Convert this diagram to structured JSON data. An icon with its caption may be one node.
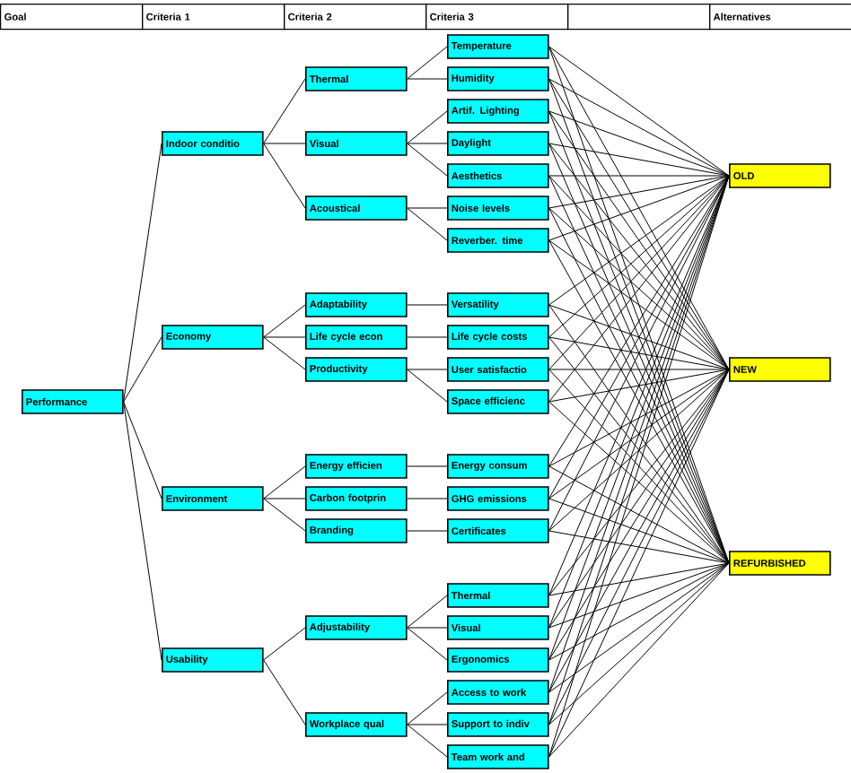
{
  "diagram": {
    "nodes": [
      {
        "text": [
          "Performance"
        ]
      },
      {
        "text": [
          "Indoor conditio"
        ]
      },
      {
        "text": [
          "Thermal"
        ]
      },
      {
        "text": [
          "Temperature"
        ]
      },
      {
        "text": [
          "Humidity"
        ]
      },
      {
        "text": [
          "Visual"
        ]
      },
      {
        "text": [
          "Artif. Lighting"
        ]
      },
      {
        "text": [
          "Daylight"
        ]
      },
      {
        "text": [
          "Aesthetics"
        ]
      },
      {
        "text": [
          "Acoustical"
        ]
      },
      {
        "text": [
          "Noise levels"
        ]
      },
      {
        "text": [
          "Reverber. time"
        ]
      },
      {
        "text": [
          "Economy"
        ]
      },
      {
        "text": [
          "Adaptability"
        ]
      },
      {
        "text": [
          "Versatility"
        ]
      },
      {
        "text": [
          "Life cycle econ"
        ]
      },
      {
        "text": [
          "Life cycle costs"
        ]
      },
      {
        "text": [
          "Productivity"
        ]
      },
      {
        "text": [
          "User satisfactio"
        ]
      },
      {
        "text": [
          "Space efficienc"
        ]
      },
      {
        "text": [
          "Environment"
        ]
      },
      {
        "text": [
          "Energy efficien"
        ]
      },
      {
        "text": [
          "Energy consum"
        ]
      },
      {
        "text": [
          "Carbon footprin"
        ]
      },
      {
        "text": [
          "GHG emissions"
        ]
      },
      {
        "text": [
          "Branding"
        ]
      },
      {
        "text": [
          "Certificates"
        ]
      },
      {
        "text": [
          "Usability"
        ]
      },
      {
        "text": [
          "Adjustability"
        ]
      },
      {
        "text": [
          "Thermal"
        ]
      },
      {
        "text": [
          "Visual"
        ]
      },
      {
        "text": [
          "Ergonomics"
        ]
      },
      {
        "text": [
          "Workplace qual"
        ]
      },
      {
        "text": [
          "Access to work"
        ]
      },
      {
        "text": [
          "Support to indiv"
        ]
      },
      {
        "text": [
          "Team work and"
        ]
      },
      {
        "text": [
          "OLD"
        ]
      },
      {
        "text": [
          "NEW"
        ]
      },
      {
        "text": [
          "REFURBISHED"
        ]
      }
    ],
    "edges": [
      {
        "from": 0,
        "to": 1,
        "arrow": "none"
      },
      {
        "from": 0,
        "to": 12,
        "arrow": "none"
      },
      {
        "from": 0,
        "to": 20,
        "arrow": "none"
      },
      {
        "from": 0,
        "to": 27,
        "arrow": "none"
      },
      {
        "from": 1,
        "to": 2,
        "arrow": "none"
      },
      {
        "from": 1,
        "to": 5,
        "arrow": "none"
      },
      {
        "from": 1,
        "to": 9,
        "arrow": "none"
      },
      {
        "from": 2,
        "to": 3,
        "arrow": "none"
      },
      {
        "from": 2,
        "to": 4,
        "arrow": "none"
      },
      {
        "from": 5,
        "to": 6,
        "arrow": "none"
      },
      {
        "from": 5,
        "to": 7,
        "arrow": "none"
      },
      {
        "from": 5,
        "to": 8,
        "arrow": "none"
      },
      {
        "from": 9,
        "to": 10,
        "arrow": "none"
      },
      {
        "from": 9,
        "to": 11,
        "arrow": "none"
      },
      {
        "from": 12,
        "to": 13,
        "arrow": "none"
      },
      {
        "from": 12,
        "to": 15,
        "arrow": "none"
      },
      {
        "from": 12,
        "to": 17,
        "arrow": "none"
      },
      {
        "from": 13,
        "to": 14,
        "arrow": "none"
      },
      {
        "from": 15,
        "to": 16,
        "arrow": "none"
      },
      {
        "from": 17,
        "to": 18,
        "arrow": "none"
      },
      {
        "from": 17,
        "to": 19,
        "arrow": "none"
      },
      {
        "from": 20,
        "to": 21,
        "arrow": "none"
      },
      {
        "from": 20,
        "to": 23,
        "arrow": "none"
      },
      {
        "from": 20,
        "to": 25,
        "arrow": "none"
      },
      {
        "from": 21,
        "to": 22,
        "arrow": "none"
      },
      {
        "from": 23,
        "to": 24,
        "arrow": "none"
      },
      {
        "from": 25,
        "to": 26,
        "arrow": "none"
      },
      {
        "from": 27,
        "to": 28,
        "arrow": "none"
      },
      {
        "from": 27,
        "to": 32,
        "arrow": "none"
      },
      {
        "from": 28,
        "to": 29,
        "arrow": "none"
      },
      {
        "from": 28,
        "to": 30,
        "arrow": "none"
      },
      {
        "from": 28,
        "to": 31,
        "arrow": "none"
      },
      {
        "from": 32,
        "to": 33,
        "arrow": "none"
      },
      {
        "from": 32,
        "to": 34,
        "arrow": "none"
      },
      {
        "from": 32,
        "to": 35,
        "arrow": "none"
      },
      {
        "from": 3,
        "to": 36,
        "arrow": "none"
      },
      {
        "from": 3,
        "to": 37,
        "arrow": "none"
      },
      {
        "from": 3,
        "to": 38,
        "arrow": "none"
      },
      {
        "from": 4,
        "to": 36,
        "arrow": "none"
      },
      {
        "from": 4,
        "to": 37,
        "arrow": "none"
      },
      {
        "from": 4,
        "to": 38,
        "arrow": "none"
      },
      {
        "from": 6,
        "to": 36,
        "arrow": "none"
      },
      {
        "from": 6,
        "to": 37,
        "arrow": "none"
      },
      {
        "from": 6,
        "to": 38,
        "arrow": "none"
      },
      {
        "from": 7,
        "to": 36,
        "arrow": "none"
      },
      {
        "from": 7,
        "to": 37,
        "arrow": "none"
      },
      {
        "from": 7,
        "to": 38,
        "arrow": "none"
      },
      {
        "from": 8,
        "to": 36,
        "arrow": "none"
      },
      {
        "from": 8,
        "to": 37,
        "arrow": "none"
      },
      {
        "from": 8,
        "to": 38,
        "arrow": "none"
      },
      {
        "from": 10,
        "to": 36,
        "arrow": "none"
      },
      {
        "from": 10,
        "to": 37,
        "arrow": "none"
      },
      {
        "from": 10,
        "to": 38,
        "arrow": "none"
      },
      {
        "from": 11,
        "to": 36,
        "arrow": "none"
      },
      {
        "from": 11,
        "to": 37,
        "arrow": "none"
      },
      {
        "from": 11,
        "to": 38,
        "arrow": "none"
      },
      {
        "from": 14,
        "to": 36,
        "arrow": "none"
      },
      {
        "from": 14,
        "to": 37,
        "arrow": "none"
      },
      {
        "from": 14,
        "to": 38,
        "arrow": "none"
      },
      {
        "from": 16,
        "to": 36,
        "arrow": "none"
      },
      {
        "from": 16,
        "to": 37,
        "arrow": "none"
      },
      {
        "from": 16,
        "to": 38,
        "arrow": "none"
      },
      {
        "from": 18,
        "to": 36,
        "arrow": "none"
      },
      {
        "from": 18,
        "to": 37,
        "arrow": "none"
      },
      {
        "from": 18,
        "to": 38,
        "arrow": "none"
      },
      {
        "from": 19,
        "to": 36,
        "arrow": "none"
      },
      {
        "from": 19,
        "to": 37,
        "arrow": "none"
      },
      {
        "from": 19,
        "to": 38,
        "arrow": "none"
      },
      {
        "from": 22,
        "to": 36,
        "arrow": "none"
      },
      {
        "from": 22,
        "to": 37,
        "arrow": "none"
      },
      {
        "from": 22,
        "to": 38,
        "arrow": "none"
      },
      {
        "from": 24,
        "to": 36,
        "arrow": "none"
      },
      {
        "from": 24,
        "to": 37,
        "arrow": "none"
      },
      {
        "from": 24,
        "to": 38,
        "arrow": "none"
      },
      {
        "from": 26,
        "to": 36,
        "arrow": "none"
      },
      {
        "from": 26,
        "to": 37,
        "arrow": "none"
      },
      {
        "from": 26,
        "to": 38,
        "arrow": "none"
      },
      {
        "from": 29,
        "to": 36,
        "arrow": "none"
      },
      {
        "from": 29,
        "to": 37,
        "arrow": "none"
      },
      {
        "from": 29,
        "to": 38,
        "arrow": "none"
      },
      {
        "from": 30,
        "to": 36,
        "arrow": "none"
      },
      {
        "from": 30,
        "to": 37,
        "arrow": "none"
      },
      {
        "from": 30,
        "to": 38,
        "arrow": "none"
      },
      {
        "from": 31,
        "to": 36,
        "arrow": "none"
      },
      {
        "from": 31,
        "to": 37,
        "arrow": "none"
      },
      {
        "from": 31,
        "to": 38,
        "arrow": "none"
      },
      {
        "from": 33,
        "to": 36,
        "arrow": "none"
      },
      {
        "from": 33,
        "to": 37,
        "arrow": "none"
      },
      {
        "from": 33,
        "to": 38,
        "arrow": "none"
      },
      {
        "from": 34,
        "to": 36,
        "arrow": "none"
      },
      {
        "from": 34,
        "to": 37,
        "arrow": "none"
      },
      {
        "from": 34,
        "to": 38,
        "arrow": "none"
      },
      {
        "from": 35,
        "to": 36,
        "arrow": "none"
      },
      {
        "from": 35,
        "to": 37,
        "arrow": "none"
      },
      {
        "from": 35,
        "to": 38,
        "arrow": "none"
      }
    ],
    "labels": [
      "Goal",
      "Criteria 1",
      "Criteria 2",
      "Criteria 3",
      "Alternatives"
    ]
  }
}
